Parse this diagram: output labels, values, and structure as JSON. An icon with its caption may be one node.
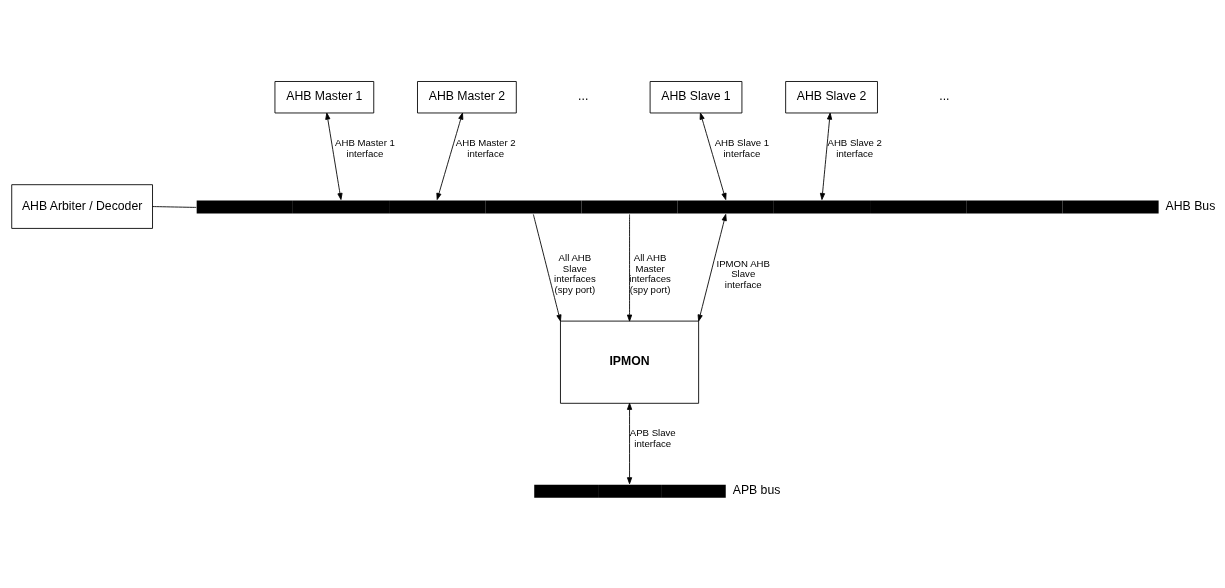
{
  "diagram": {
    "nodes": [
      {
        "text": [
          "AHB Master 1"
        ]
      },
      {
        "text": [
          "AHB Master 2"
        ]
      },
      {
        "text": [
          "AHB Slave 1"
        ]
      },
      {
        "text": [
          "AHB Slave 2"
        ]
      },
      {
        "text": [
          "AHB Arbiter / Decoder"
        ]
      },
      {
        "text": [],
        "shape": "bar",
        "beside": [
          "AHB Bus"
        ]
      },
      {
        "text": [
          "IPMON"
        ]
      },
      {
        "text": [],
        "shape": "bar",
        "beside": [
          "APB bus"
        ]
      }
    ],
    "edges": [
      {
        "from": 0,
        "to": 5,
        "arrow": "both",
        "label": "AHB Master 1 interface"
      },
      {
        "from": 1,
        "to": 5,
        "arrow": "both",
        "label": "AHB Master 2 interface"
      },
      {
        "from": 2,
        "to": 5,
        "arrow": "both",
        "label": "AHB Slave 1 interface"
      },
      {
        "from": 3,
        "to": 5,
        "arrow": "both",
        "label": "AHB Slave 2 interface"
      },
      {
        "from": 4,
        "to": 5,
        "arrow": "none"
      },
      {
        "from": 5,
        "to": 6,
        "arrow": "to",
        "label": "All AHB Slave interfaces (spy port)"
      },
      {
        "from": 5,
        "to": 6,
        "arrow": "to",
        "label": "All AHB Master interfaces (spy port)"
      },
      {
        "from": 5,
        "to": 6,
        "arrow": "both",
        "label": "IPMON AHB Slave interface"
      },
      {
        "from": 6,
        "to": 7,
        "arrow": "both",
        "label": "APB Slave interface"
      }
    ],
    "labels": [
      "...",
      "..."
    ]
  }
}
